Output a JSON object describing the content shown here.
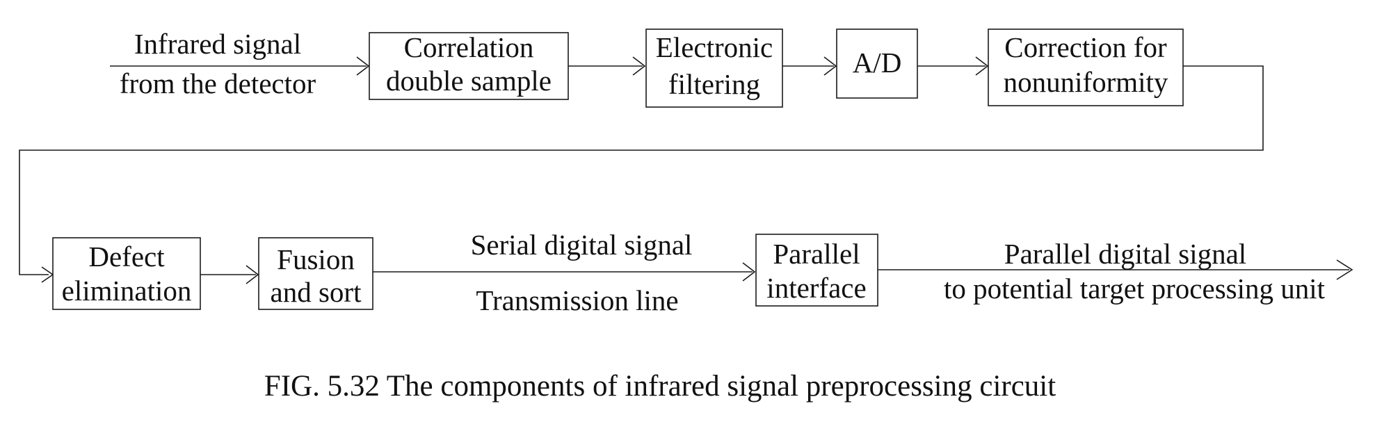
{
  "diagram": {
    "input_label": {
      "line1": "Infrared signal",
      "line2": "from the detector"
    },
    "blocks": {
      "correlation": {
        "line1": "Correlation",
        "line2": "double sample"
      },
      "filtering": {
        "line1": "Electronic",
        "line2": "filtering"
      },
      "adc": {
        "line1": "A/D"
      },
      "correction": {
        "line1": "Correction for",
        "line2": "nonuniformity"
      },
      "defect": {
        "line1": "Defect",
        "line2": "elimination"
      },
      "fusion": {
        "line1": "Fusion",
        "line2": "and sort"
      },
      "parallel": {
        "line1": "Parallel",
        "line2": "interface"
      }
    },
    "transmission": {
      "above": "Serial digital signal",
      "below": "Transmission line"
    },
    "output_label": {
      "line1": "Parallel digital signal",
      "line2": "to potential target processing unit"
    }
  },
  "caption": "FIG. 5.32 The components of infrared signal preprocessing circuit"
}
